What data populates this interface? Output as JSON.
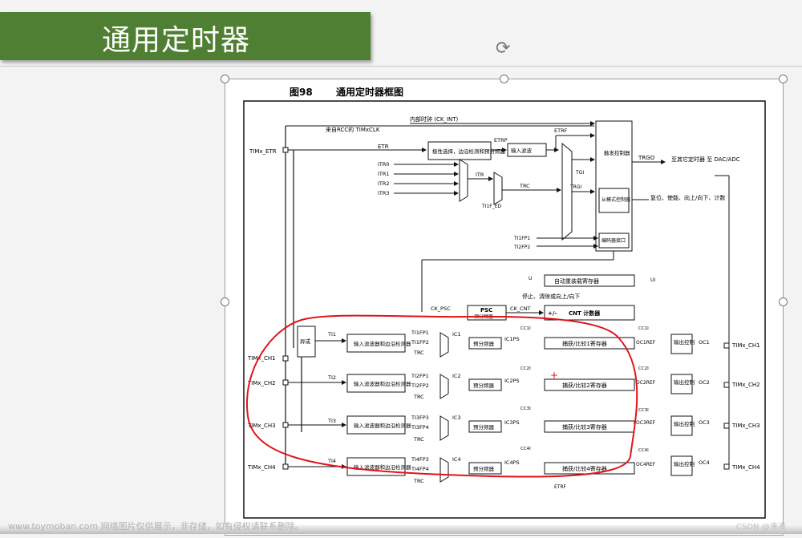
{
  "slide_title": "通用定时器",
  "figure": {
    "number": "图98",
    "caption": "通用定时器框图"
  },
  "labels": {
    "ck_int": "内部时钟 (CK_INT)",
    "rcc": "来自RCC的 TIMxCLK",
    "etr_pin": "TIMx_ETR",
    "etr": "ETR",
    "polarity": "极性选择，边沿检测和预分频器",
    "etrp": "ETRP",
    "input_filter": "输入滤波",
    "etrf": "ETRF",
    "trigger_ctrl": "触发控制器",
    "trgo": "TRGO",
    "to_other": "至其它定时器 至 DAC/ADC",
    "itr0": "ITR0",
    "itr1": "ITR1",
    "itr2": "ITR2",
    "itr3": "ITR3",
    "itr": "ITR",
    "trc": "TRC",
    "tgi": "TGI",
    "trgi": "TRGI",
    "slave_ctrl": "从模式控制器",
    "slave_desc": "复位、使能、向上/向下、计数",
    "ti1f_ed": "TI1F_ED",
    "ti1fp1": "TI1FP1",
    "ti2fp2": "TI2FP2",
    "encoder": "编码器接口",
    "u": "U",
    "ui": "UI",
    "arr": "自动重装载寄存器",
    "stop_clear": "停止、清除或向上/向下",
    "ck_psc": "CK_PSC",
    "psc": "PSC",
    "psc_sub": "预分频器",
    "ck_cnt": "CK_CNT",
    "cnt": "CNT 计数器",
    "plusminus": "+/-",
    "xor": "异或",
    "ch1": "TIMx_CH1",
    "ch2": "TIMx_CH2",
    "ch3": "TIMx_CH3",
    "ch4": "TIMx_CH4",
    "ti1": "TI1",
    "ti2": "TI2",
    "ti3": "TI3",
    "ti4": "TI4",
    "in_filter": "输入滤波器和边沿检测器",
    "ti1fp1b": "TI1FP1",
    "ti1fp2": "TI1FP2",
    "ti2fp1": "TI2FP1",
    "ti2fp2b": "TI2FP2",
    "ti3fp3": "TI3FP3",
    "ti3fp4": "TI3FP4",
    "ti4fp3": "TI4FP3",
    "ti4fp4": "TI4FP4",
    "ic1": "IC1",
    "ic2": "IC2",
    "ic3": "IC3",
    "ic4": "IC4",
    "prescaler": "预分频器",
    "ic1ps": "IC1PS",
    "ic2ps": "IC2PS",
    "ic3ps": "IC3PS",
    "ic4ps": "IC4PS",
    "cc1i": "CC1I",
    "cc2i": "CC2I",
    "cc3i": "CC3I",
    "cc4i": "CC4I",
    "cap1": "捕获/比较1寄存器",
    "cap2": "捕获/比较2寄存器",
    "cap3": "捕获/比较3寄存器",
    "cap4": "捕获/比较4寄存器",
    "oc1ref": "OC1REF",
    "oc2ref": "OC2REF",
    "oc3ref": "OC3REF",
    "oc4ref": "OC4REF",
    "out_ctrl": "输出控制",
    "oc1": "OC1",
    "oc2": "OC2",
    "oc3": "OC3",
    "oc4": "OC4",
    "etrf_bottom": "ETRF"
  },
  "watermark": "www.toymoban.com 网络图片仅供展示，非存储，如有侵权请联系删除。",
  "corner_mark": "CSDN @湊凑",
  "colors": {
    "title_green": "#4f7f32",
    "annotation_red": "#e0141a"
  }
}
